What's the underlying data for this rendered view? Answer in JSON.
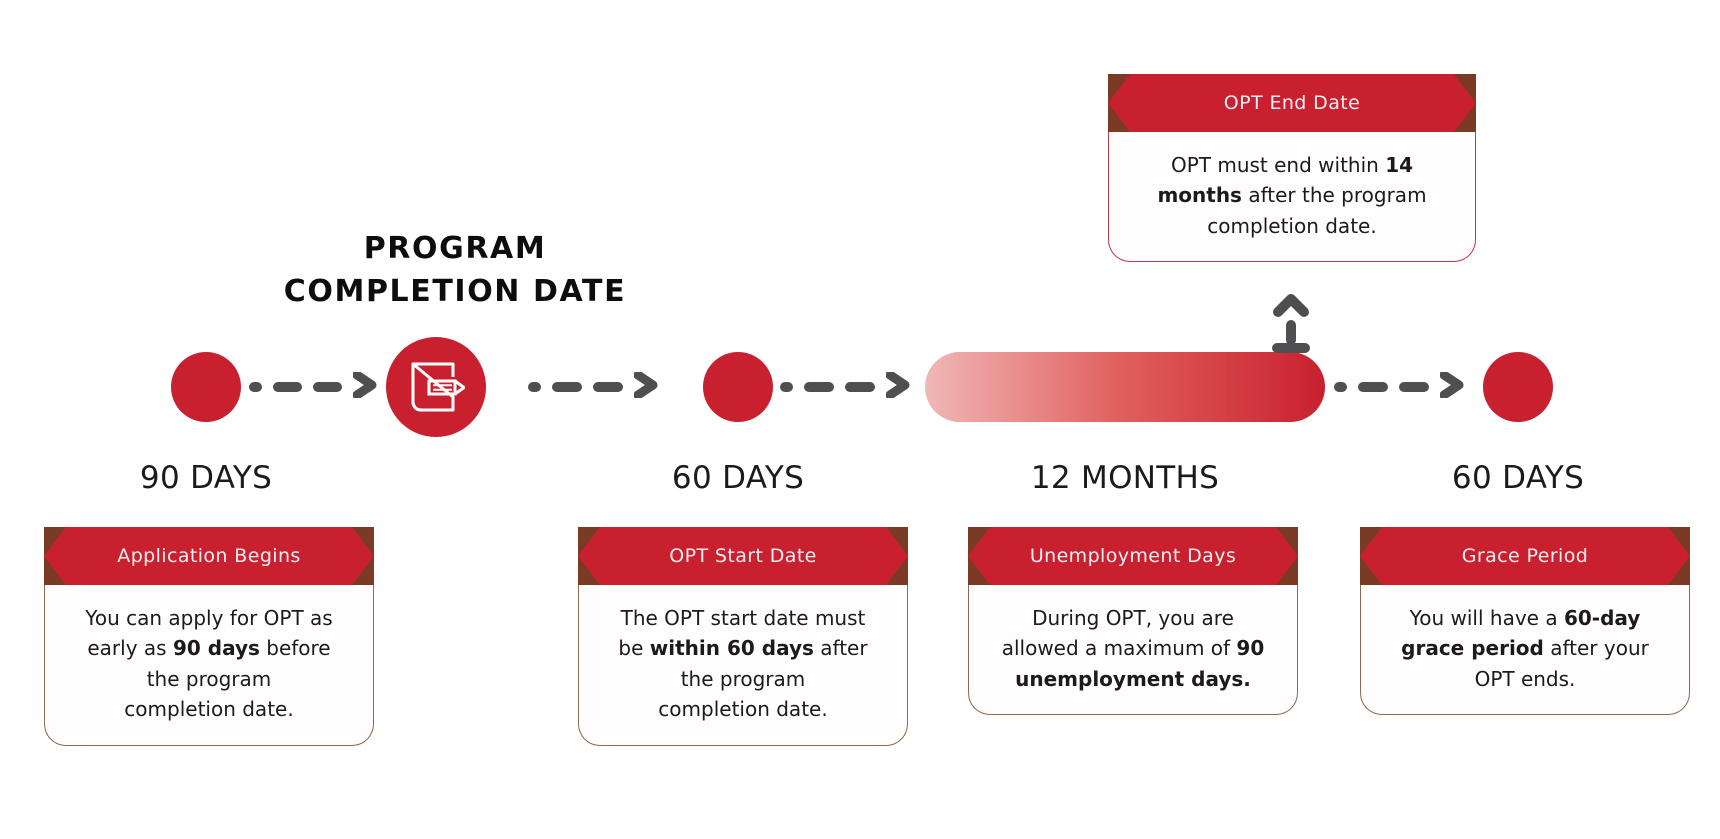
{
  "title": "PROGRAM COMPLETION DATE",
  "title_line1": "PROGRAM",
  "title_line2": "COMPLETION DATE",
  "colors": {
    "brand_red": "#c8202e",
    "ribbon_fold": "#7a3a24",
    "arrow_gray": "#4f4f52",
    "card_border": "#8c6a4a",
    "ribbon_text": "#ffeef2",
    "gradient_start": "#f0b8b6",
    "gradient_end": "#c8202e",
    "background": "#ffffff"
  },
  "timeline": {
    "durations": [
      {
        "label": "90 DAYS"
      },
      {
        "label": "60 DAYS"
      },
      {
        "label": "12 MONTHS"
      },
      {
        "label": "60 DAYS"
      }
    ],
    "center_icon": "document-pencil-icon",
    "connector_icon": "dashed-arrow-right-icon",
    "up_connector_icon": "dashed-arrow-up-icon"
  },
  "cards": [
    {
      "id": "application-begins",
      "heading": "Application Begins",
      "lines": [
        [
          {
            "t": "You can apply for OPT as",
            "b": false
          }
        ],
        [
          {
            "t": "early as ",
            "b": false
          },
          {
            "t": "90 days",
            "b": true
          },
          {
            "t": " before",
            "b": false
          }
        ],
        [
          {
            "t": "the program",
            "b": false
          }
        ],
        [
          {
            "t": "completion date.",
            "b": false
          }
        ]
      ]
    },
    {
      "id": "opt-start-date",
      "heading": "OPT Start Date",
      "lines": [
        [
          {
            "t": "The OPT start date must",
            "b": false
          }
        ],
        [
          {
            "t": "be ",
            "b": false
          },
          {
            "t": "within 60 days",
            "b": true
          },
          {
            "t": " after",
            "b": false
          }
        ],
        [
          {
            "t": "the program",
            "b": false
          }
        ],
        [
          {
            "t": "completion date.",
            "b": false
          }
        ]
      ]
    },
    {
      "id": "unemployment-days",
      "heading": "Unemployment Days",
      "lines": [
        [
          {
            "t": "During OPT, you are",
            "b": false
          }
        ],
        [
          {
            "t": "allowed a maximum of ",
            "b": false
          },
          {
            "t": "90",
            "b": true
          }
        ],
        [
          {
            "t": "unemployment days.",
            "b": true
          }
        ]
      ]
    },
    {
      "id": "grace-period",
      "heading": "Grace Period",
      "lines": [
        [
          {
            "t": "You will have a ",
            "b": false
          },
          {
            "t": "60-day",
            "b": true
          }
        ],
        [
          {
            "t": "grace period",
            "b": true
          },
          {
            "t": " after your",
            "b": false
          }
        ],
        [
          {
            "t": "OPT ends.",
            "b": false
          }
        ]
      ]
    },
    {
      "id": "opt-end-date",
      "heading": "OPT End Date",
      "lines": [
        [
          {
            "t": "OPT must end within ",
            "b": false
          },
          {
            "t": "14",
            "b": true
          }
        ],
        [
          {
            "t": "months",
            "b": true
          },
          {
            "t": " after the program",
            "b": false
          }
        ],
        [
          {
            "t": "completion date.",
            "b": false
          }
        ]
      ]
    }
  ]
}
